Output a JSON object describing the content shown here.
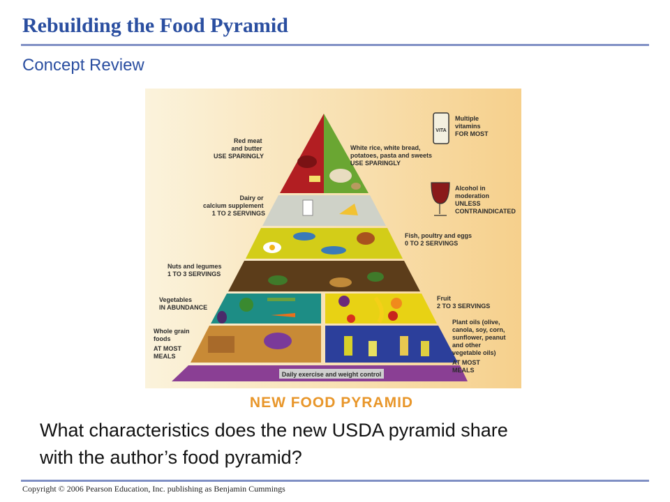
{
  "slide": {
    "title": "Rebuilding the Food Pyramid",
    "subtitle": "Concept Review",
    "question_line1": "What characteristics does the new USDA pyramid share",
    "question_line2": "with the author’s food pyramid?",
    "copyright": "Copyright © 2006 Pearson Education, Inc. publishing as Benjamin Cummings"
  },
  "figure": {
    "caption": "NEW FOOD PYRAMID",
    "vitamin_label": "VITA",
    "base_band": "Daily exercise and weight control",
    "labels": {
      "red_meat": [
        "Red meat",
        "and butter",
        "USE SPARINGLY"
      ],
      "white_rice": [
        "White rice, white bread,",
        "potatoes, pasta and sweets",
        "USE SPARINGLY"
      ],
      "vitamins": [
        "Multiple",
        "vitamins",
        "FOR MOST"
      ],
      "alcohol": [
        "Alcohol in",
        "moderation",
        "UNLESS",
        "CONTRAINDICATED"
      ],
      "dairy": [
        "Dairy or",
        "calcium supplement",
        "1 TO 2 SERVINGS"
      ],
      "fish": [
        "Fish, poultry and eggs",
        "0 TO 2 SERVINGS"
      ],
      "nuts": [
        "Nuts and legumes",
        "1 TO 3 SERVINGS"
      ],
      "vegetables": [
        "Vegetables",
        "IN ABUNDANCE"
      ],
      "fruit": [
        "Fruit",
        "2 TO 3 SERVINGS"
      ],
      "whole_grain": [
        "Whole grain",
        "foods",
        "AT MOST",
        "MEALS"
      ],
      "plant_oils": [
        "Plant oils (olive,",
        "canola, soy, corn,",
        "sunflower, peanut",
        "and other",
        "vegetable oils)",
        "AT MOST",
        "MEALS"
      ]
    }
  }
}
